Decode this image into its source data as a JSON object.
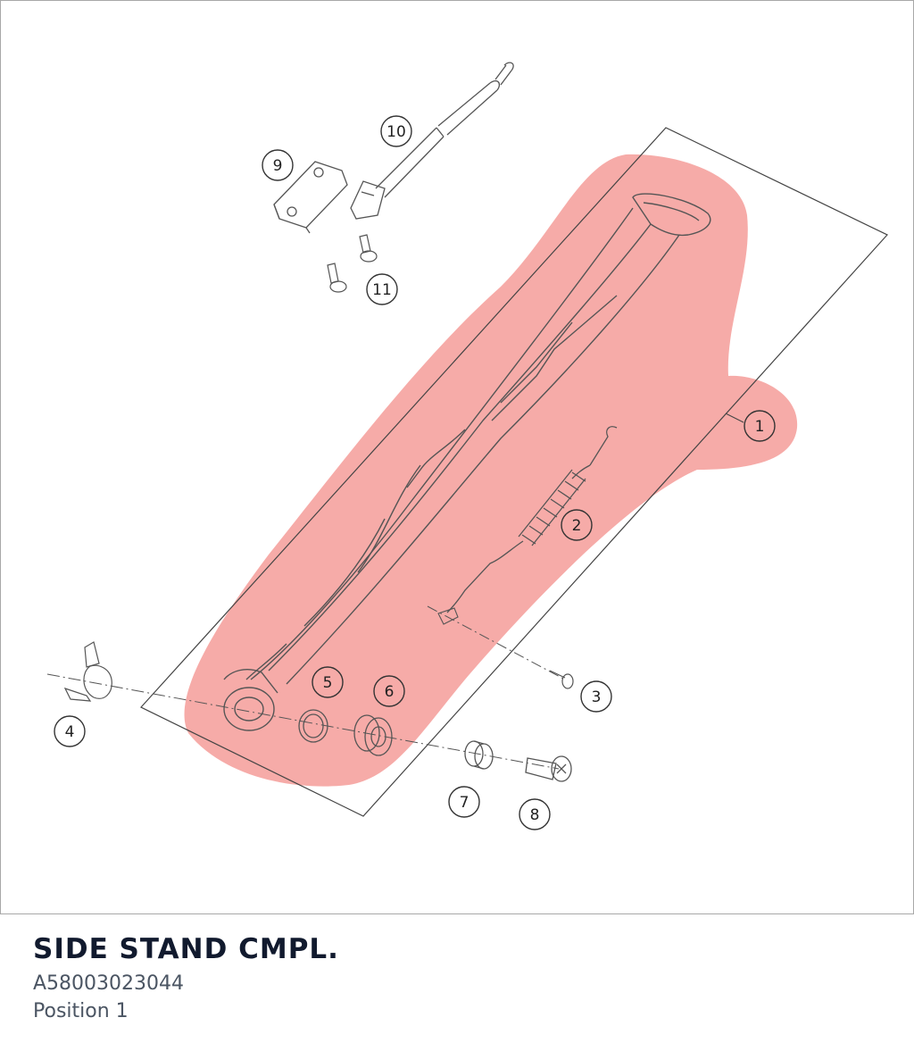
{
  "diagram": {
    "highlight_color": "#f28b87",
    "callouts": [
      {
        "label": "1"
      },
      {
        "label": "2"
      },
      {
        "label": "3"
      },
      {
        "label": "4"
      },
      {
        "label": "5"
      },
      {
        "label": "6"
      },
      {
        "label": "7"
      },
      {
        "label": "8"
      },
      {
        "label": "9"
      },
      {
        "label": "10"
      },
      {
        "label": "11"
      }
    ]
  },
  "part": {
    "title": "SIDE STAND CMPL.",
    "part_number": "A58003023044",
    "position": "Position 1"
  }
}
